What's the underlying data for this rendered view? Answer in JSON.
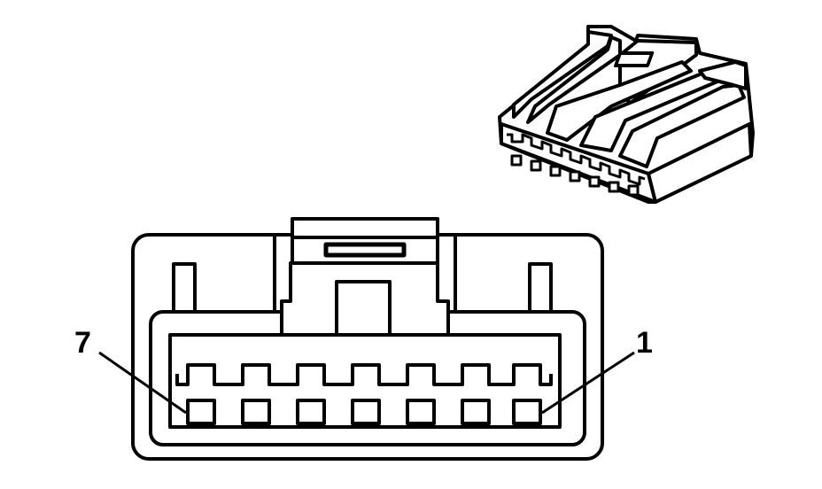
{
  "diagram": {
    "pin_labels": {
      "left": "7",
      "right": "1"
    },
    "pin_count": 7,
    "line_color": "#000000",
    "fill_color": "#ffffff"
  }
}
